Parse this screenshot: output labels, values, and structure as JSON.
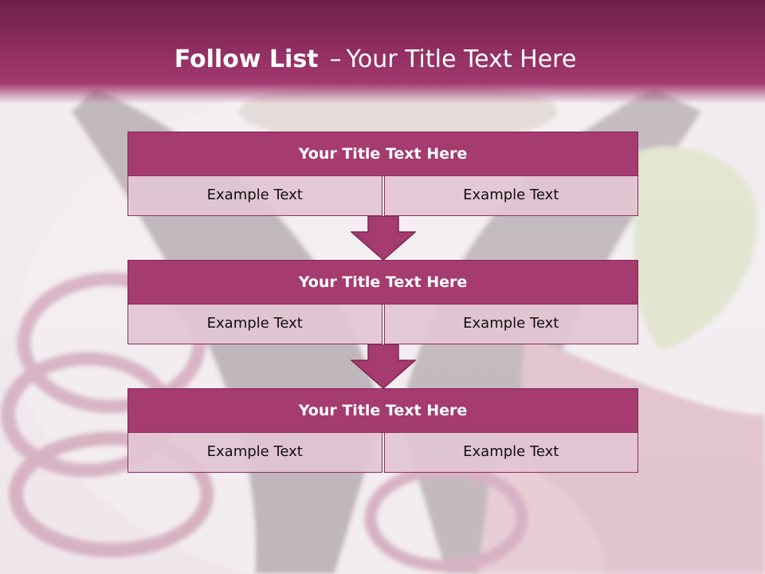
{
  "slide": {
    "title_bold": "Follow List",
    "title_sep": "–",
    "title_rest": "Your Title Text Here"
  },
  "cards": [
    {
      "title": "Your Title Text Here",
      "left": "Example Text",
      "right": "Example Text"
    },
    {
      "title": "Your Title Text Here",
      "left": "Example Text",
      "right": "Example Text"
    },
    {
      "title": "Your Title Text Here",
      "left": "Example Text",
      "right": "Example Text"
    }
  ],
  "colors": {
    "header": "#a2396e",
    "card_head": "#a53b6f",
    "cell_bg": "#e2c4d2",
    "arrow": "#a53b6f"
  }
}
